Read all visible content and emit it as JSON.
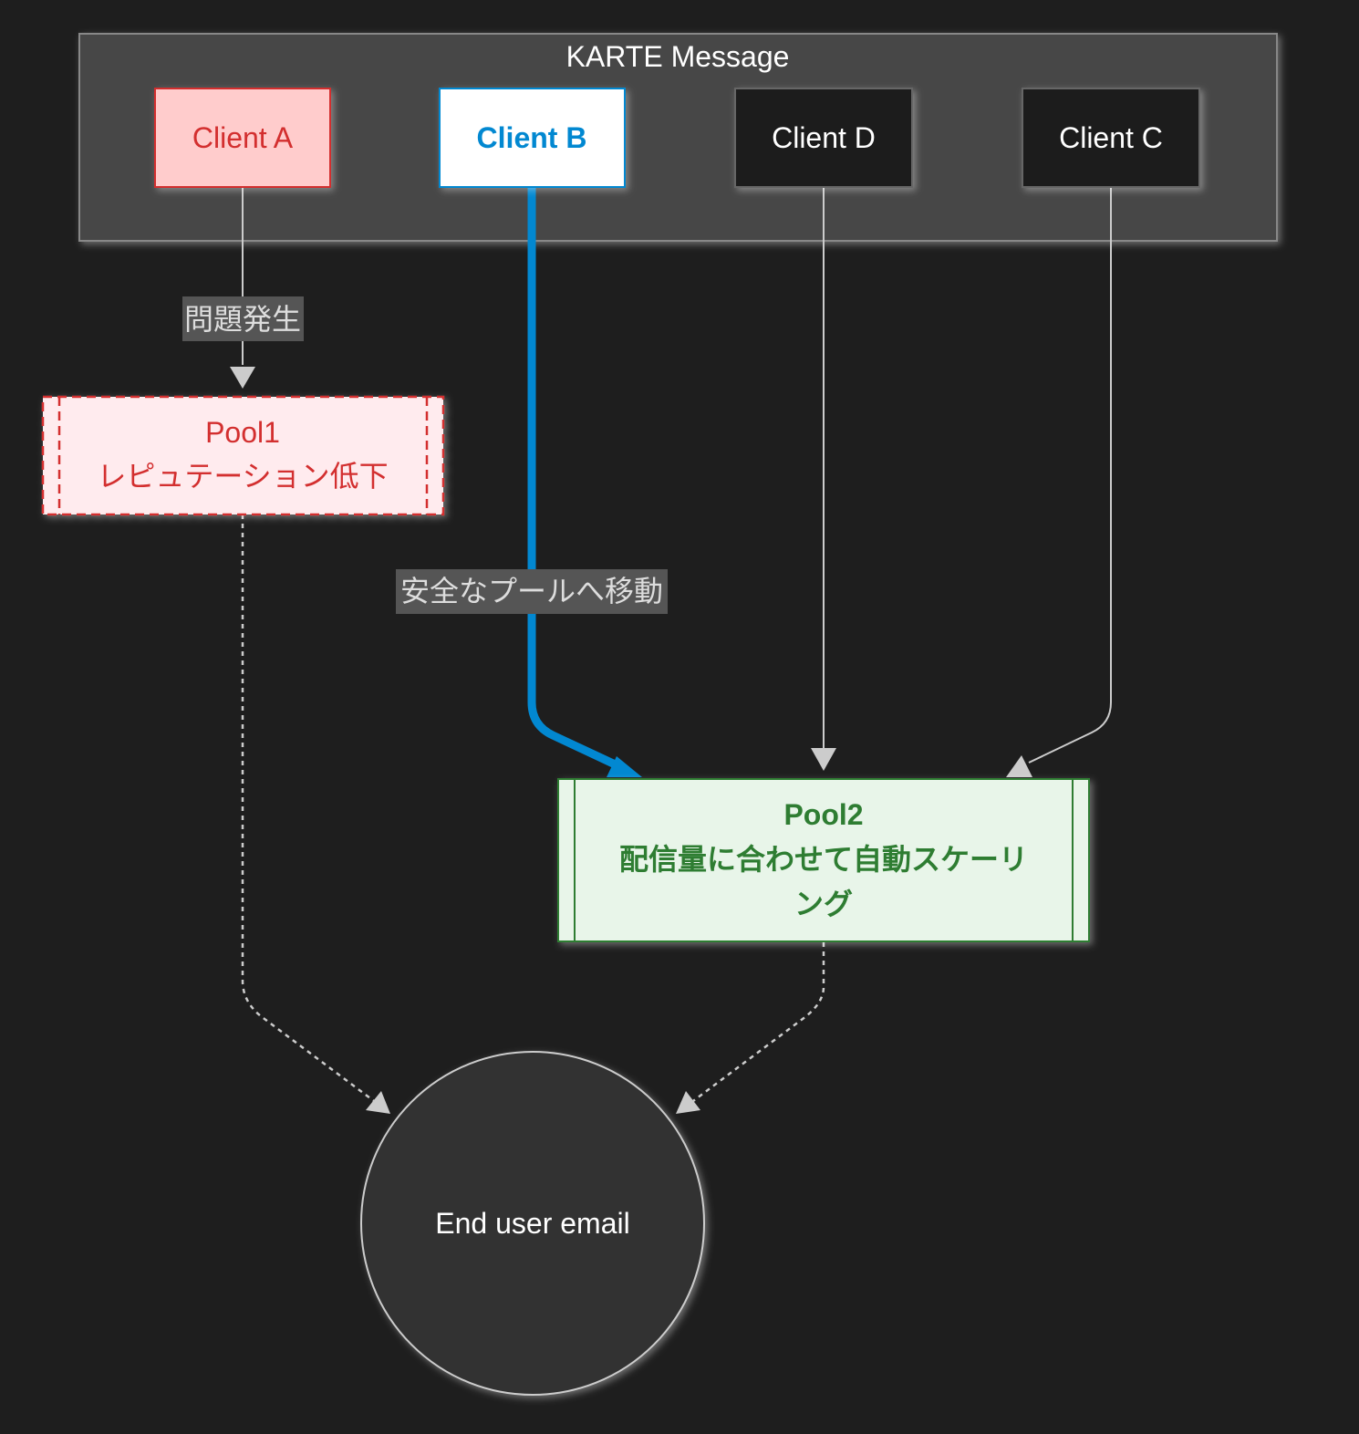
{
  "diagram": {
    "type": "flowchart",
    "subgraph": {
      "title": "KARTE Message",
      "fill": "#474747",
      "stroke": "#888888",
      "text_color": "#ffffff"
    },
    "nodes": {
      "client_a": {
        "label": "Client A",
        "fill": "#ffcccc",
        "stroke": "#d32f2f",
        "text_color": "#d32f2f",
        "bold": false
      },
      "client_b": {
        "label": "Client B",
        "fill": "#ffffff",
        "stroke": "#0288d1",
        "text_color": "#0288d1",
        "bold": true
      },
      "client_d": {
        "label": "Client D",
        "fill": "#1f1f1f",
        "stroke": "#666666",
        "text_color": "#ffffff",
        "bold": false
      },
      "client_c": {
        "label": "Client C",
        "fill": "#1f1f1f",
        "stroke": "#666666",
        "text_color": "#ffffff",
        "bold": false
      },
      "pool1": {
        "title": "Pool1",
        "subtitle": "レピュテーション低下",
        "fill": "#ffebee",
        "stroke": "#d32f2f",
        "text_color": "#d32f2f",
        "style": "dashed"
      },
      "pool2": {
        "title": "Pool2",
        "line1": "配信量に合わせて自動スケーリ",
        "line2": "ング",
        "fill": "#e8f5e9",
        "stroke": "#2e7d32",
        "text_color": "#2e7d32",
        "style": "solid"
      },
      "end_user": {
        "label": "End user email",
        "fill": "#333333",
        "stroke": "#cccccc",
        "text_color": "#ffffff"
      }
    },
    "edges": [
      {
        "from": "Client A",
        "to": "Pool1",
        "label": "問題発生",
        "style": "solid",
        "color": "#cccccc"
      },
      {
        "from": "Client B",
        "to": "Pool2",
        "label": "安全なプールへ移動",
        "style": "thick",
        "color": "#0288d1"
      },
      {
        "from": "Client D",
        "to": "Pool2",
        "label": "",
        "style": "solid",
        "color": "#cccccc"
      },
      {
        "from": "Client C",
        "to": "Pool2",
        "label": "",
        "style": "solid",
        "color": "#cccccc"
      },
      {
        "from": "Pool1",
        "to": "End user email",
        "label": "",
        "style": "dotted",
        "color": "#cccccc"
      },
      {
        "from": "Pool2",
        "to": "End user email",
        "label": "",
        "style": "dotted",
        "color": "#cccccc"
      }
    ]
  }
}
